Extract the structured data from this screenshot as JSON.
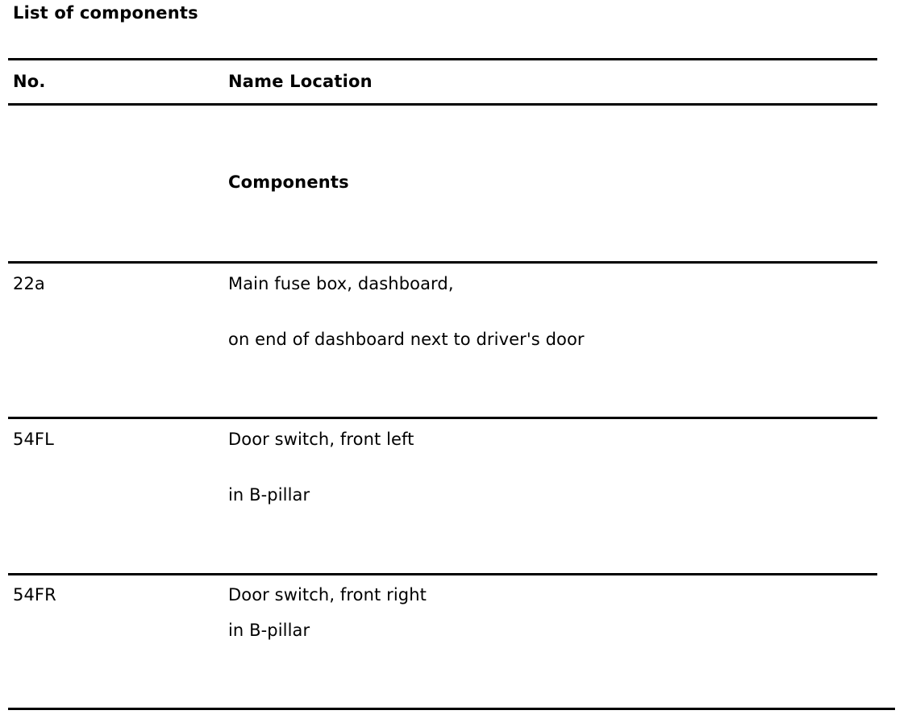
{
  "document": {
    "title": "List of components"
  },
  "table": {
    "columns": [
      {
        "key": "no",
        "header": "No."
      },
      {
        "key": "name",
        "header": "Name Location"
      }
    ],
    "group_heading": "Components",
    "rows": [
      {
        "no": "22a",
        "name_line1": "Main fuse box, dashboard,",
        "name_line2": "on end of dashboard next to driver's door"
      },
      {
        "no": "54FL",
        "name_line1": "Door switch, front left",
        "name_line2": "in B-pillar"
      },
      {
        "no": "54FR",
        "name_line1": "Door switch, front right",
        "name_line2": "in B-pillar"
      }
    ]
  },
  "style": {
    "text_color": "#000000",
    "rule_color": "#000000",
    "background": "#ffffff"
  }
}
